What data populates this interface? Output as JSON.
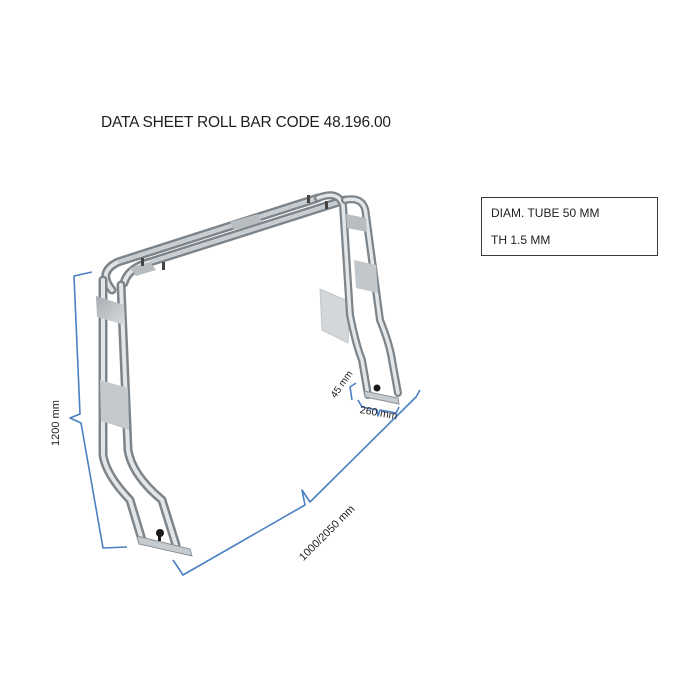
{
  "document": {
    "title": "DATA SHEET ROLL BAR CODE 48.196.00"
  },
  "specs": {
    "lines": [
      "DIAM. TUBE  50 MM",
      "TH 1.5 MM"
    ]
  },
  "dimensions": {
    "height": "1200 mm",
    "width": "1000/2050 mm",
    "base_depth": "45 mm",
    "base_width": "260 mm"
  },
  "colors": {
    "dimension_line": "#4a7fc1",
    "tube": "#b8bec4",
    "tube_dark": "#6f777e",
    "plate": "#c9ced2",
    "text": "#1e1e1e",
    "box_border": "#3a3a3a"
  },
  "figure": {
    "subject": "telescopic stainless steel roll bar"
  }
}
